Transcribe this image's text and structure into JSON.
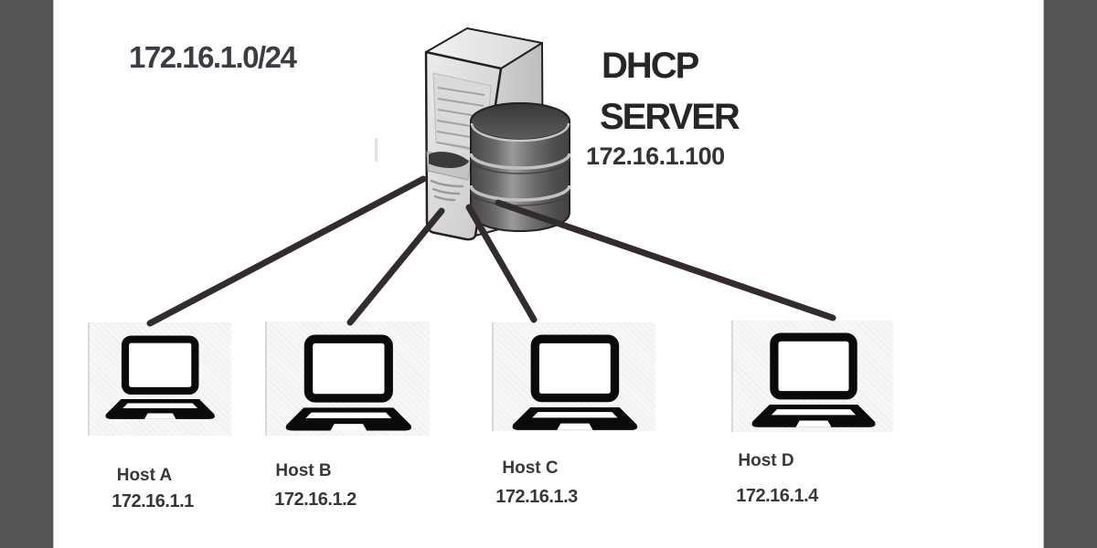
{
  "page": {
    "background": "#ffffff",
    "side_panel_color": "#555555"
  },
  "diagram": {
    "subnet_label": "172.16.1.0/24",
    "server": {
      "name_line1": "DHCP",
      "name_line2": "SERVER",
      "ip": "172.16.1.100",
      "icon": "server-tower-with-database-icon"
    },
    "hosts": [
      {
        "name": "Host A",
        "ip": "172.16.1.1",
        "icon": "laptop-icon"
      },
      {
        "name": "Host B",
        "ip": "172.16.1.2",
        "icon": "laptop-icon"
      },
      {
        "name": "Host C",
        "ip": "172.16.1.3",
        "icon": "laptop-icon"
      },
      {
        "name": "Host D",
        "ip": "172.16.1.4",
        "icon": "laptop-icon"
      }
    ],
    "connections": [
      {
        "from": "DHCP SERVER",
        "to": "Host A"
      },
      {
        "from": "DHCP SERVER",
        "to": "Host B"
      },
      {
        "from": "DHCP SERVER",
        "to": "Host C"
      },
      {
        "from": "DHCP SERVER",
        "to": "Host D"
      }
    ],
    "line_color": "#322c2c"
  }
}
